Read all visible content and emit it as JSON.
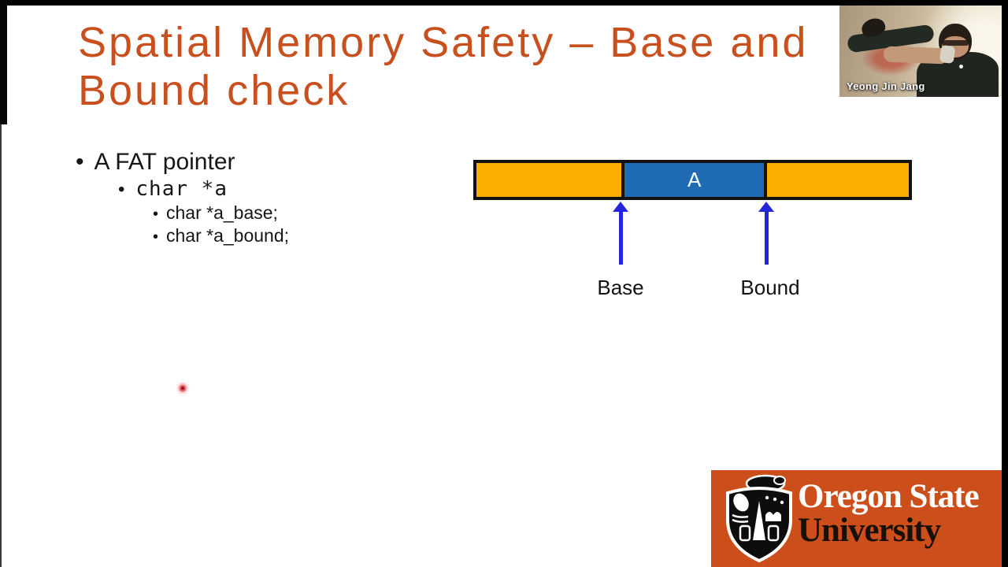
{
  "slide": {
    "title_lines": [
      "Spatial Memory Safety – Base and",
      "Bound check"
    ],
    "bullet_glyph": "•",
    "bullets": [
      {
        "text": "A FAT pointer"
      },
      {
        "text": "char *a"
      },
      {
        "text": "char *a_base;"
      },
      {
        "text": "char *a_bound;"
      }
    ]
  },
  "diagram": {
    "block_label": "A",
    "pointer_labels": {
      "base": "Base",
      "bound": "Bound"
    },
    "colors": {
      "region": "#FBAE01",
      "object": "#1F6CB5",
      "arrow": "#2424DC",
      "border": "#121212"
    }
  },
  "webcam": {
    "name_tag": "Yeong Jin Jang"
  },
  "logo": {
    "line1": "Oregon State",
    "line2": "University",
    "bg_color": "#CC4E1B"
  },
  "colors": {
    "title_text": "#C8501E",
    "laser_dot": "#C62828",
    "slide_background": "#FFFFFF"
  }
}
